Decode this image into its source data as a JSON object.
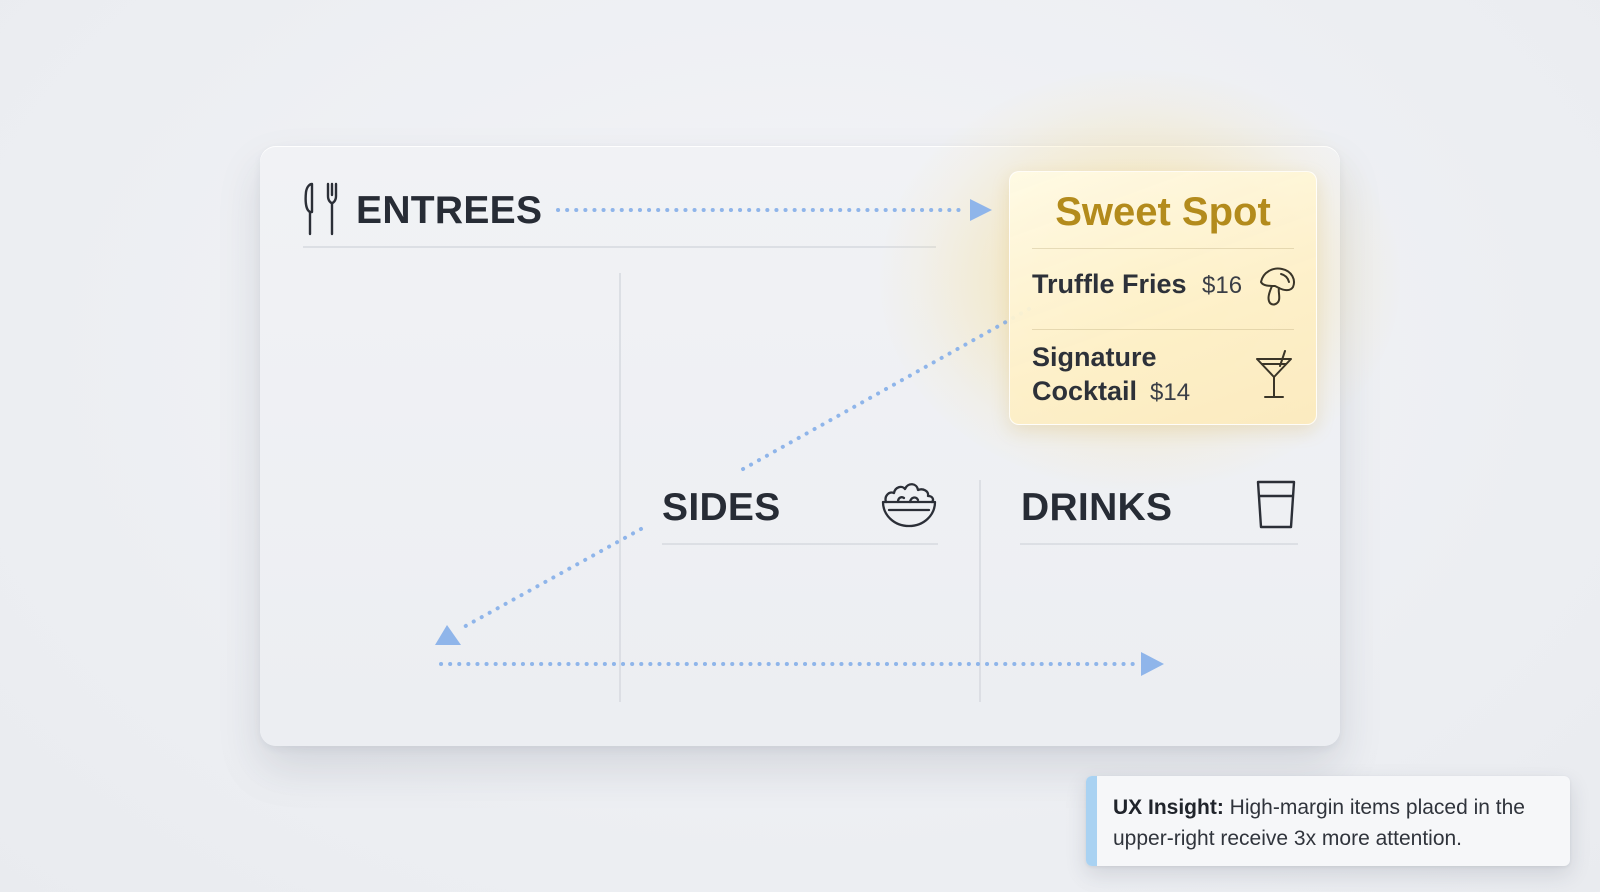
{
  "sections": {
    "entrees": {
      "label": "ENTREES",
      "icon": "fork-knife-icon"
    },
    "sides": {
      "label": "SIDES",
      "icon": "salad-bowl-icon"
    },
    "drinks": {
      "label": "DRINKS",
      "icon": "glass-icon"
    }
  },
  "sweet_spot": {
    "title": "Sweet Spot",
    "items": [
      {
        "name": "Truffle Fries",
        "price": "$16",
        "icon": "mushroom-icon"
      },
      {
        "name_line1": "Signature",
        "name_line2": "Cocktail",
        "price": "$14",
        "icon": "cocktail-icon"
      }
    ]
  },
  "insight": {
    "label": "UX Insight:",
    "text": "High-margin items placed in the upper-right receive 3x more attention."
  },
  "colors": {
    "flow_arrow": "#8fb5ea",
    "sweet_spot_title": "#b38b1c",
    "glow": "#facd50",
    "insight_accent": "#a9d2f2",
    "heading_text": "#272c35"
  }
}
